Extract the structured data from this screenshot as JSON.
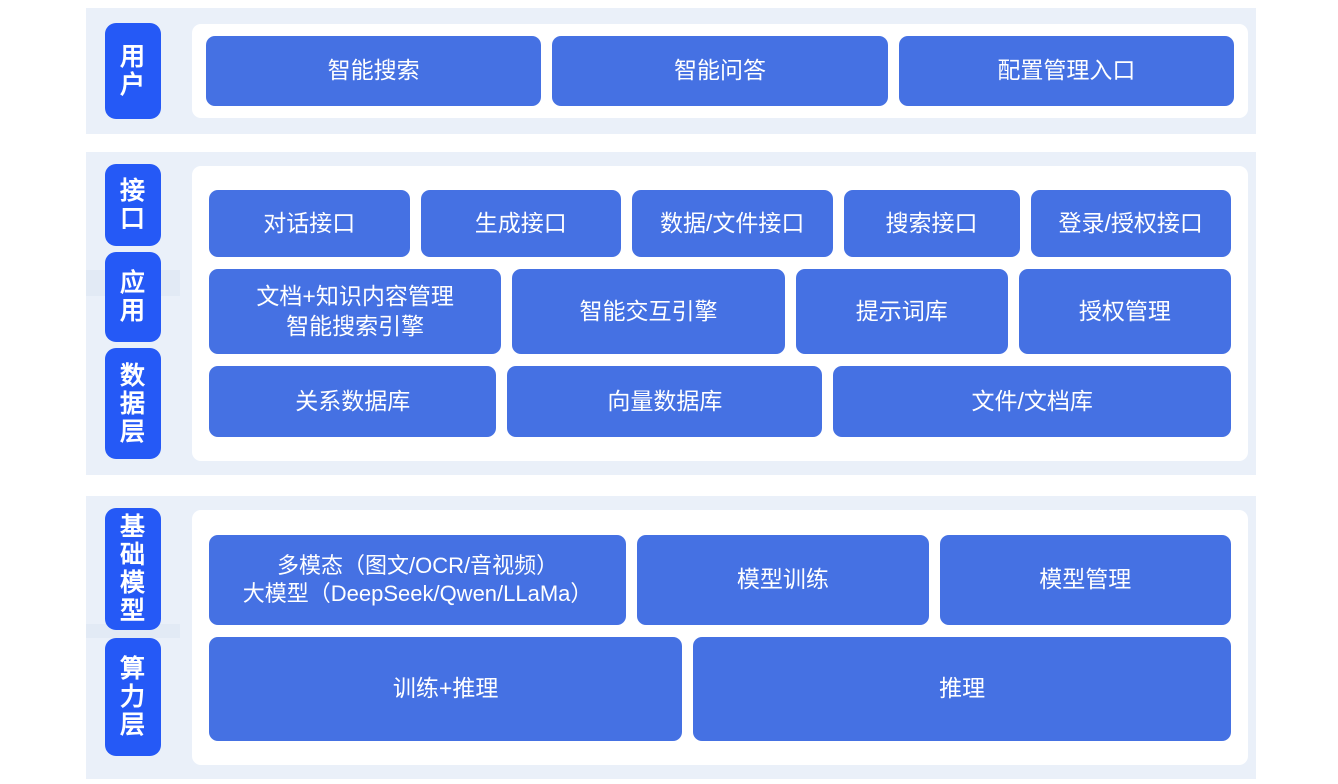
{
  "theme": {
    "page_background": "#ffffff",
    "section_background": "#eaf0f9",
    "section_stripe": "#e2eaf5",
    "card_background": "#ffffff",
    "rail_label_blue": "#2559f6",
    "tile_blue": "#4571e3",
    "tile_text": "#ffffff"
  },
  "sections": [
    {
      "id": "user",
      "rails": [
        {
          "label": "用户"
        }
      ],
      "rows": [
        {
          "id": "user-entry",
          "tiles": [
            {
              "label": "智能搜索",
              "flex": 1
            },
            {
              "label": "智能问答",
              "flex": 1
            },
            {
              "label": "配置管理入口",
              "flex": 1
            }
          ]
        }
      ]
    },
    {
      "id": "middle",
      "rails": [
        {
          "label": "接口"
        },
        {
          "label": "应用"
        },
        {
          "label": "数据层"
        }
      ],
      "rows": [
        {
          "id": "interface",
          "tiles": [
            {
              "label": "对话接口",
              "flex": 1
            },
            {
              "label": "生成接口",
              "flex": 1
            },
            {
              "label": "数据/文件接口",
              "flex": 1
            },
            {
              "label": "搜索接口",
              "flex": 0.87
            },
            {
              "label": "登录/授权接口",
              "flex": 1
            }
          ]
        },
        {
          "id": "application",
          "tiles": [
            {
              "label": "文档+知识内容管理\n智能搜索引擎",
              "flex": 1.4
            },
            {
              "label": "智能交互引擎",
              "flex": 1.3
            },
            {
              "label": "提示词库",
              "flex": 1
            },
            {
              "label": "授权管理",
              "flex": 1
            }
          ]
        },
        {
          "id": "data",
          "tiles": [
            {
              "label": "关系数据库",
              "flex": 1
            },
            {
              "label": "向量数据库",
              "flex": 1.1
            },
            {
              "label": "文件/文档库",
              "flex": 1.4
            }
          ]
        }
      ]
    },
    {
      "id": "base",
      "rails": [
        {
          "label": "基础模型"
        },
        {
          "label": "算力层"
        }
      ],
      "rows": [
        {
          "id": "foundation-model",
          "tiles": [
            {
              "label": "多模态（图文/OCR/音视频）\n大模型（DeepSeek/Qwen/LLaMa）",
              "flex": 1.45,
              "multiline": true
            },
            {
              "label": "模型训练",
              "flex": 1
            },
            {
              "label": "模型管理",
              "flex": 1
            }
          ]
        },
        {
          "id": "compute",
          "tiles": [
            {
              "label": "训练+推理",
              "flex": 1
            },
            {
              "label": "推理",
              "flex": 1.14
            }
          ]
        }
      ]
    }
  ]
}
